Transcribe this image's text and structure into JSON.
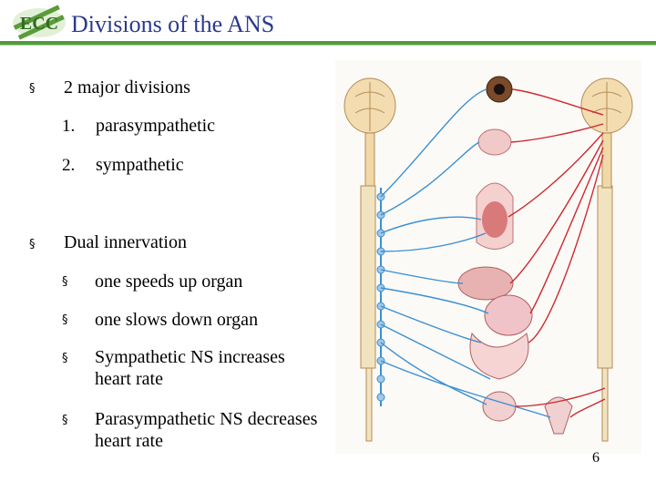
{
  "slide": {
    "title": "Divisions of the ANS",
    "page_number": "6",
    "logo_text": "ECC"
  },
  "content": {
    "item1": "2 major divisions",
    "sub1": [
      {
        "num": "1.",
        "label": "parasympathetic"
      },
      {
        "num": "2.",
        "label": "sympathetic"
      }
    ],
    "item2": "Dual innervation",
    "sub2": [
      "one speeds up organ",
      "one slows down organ",
      "Sympathetic NS increases heart rate",
      "Parasympathetic NS decreases heart rate"
    ]
  },
  "colors": {
    "title": "#2b3a8c",
    "rule": "#4f9b3c",
    "sympathetic_lines": "#3b8fd0",
    "parasympathetic_lines": "#d0272d"
  }
}
